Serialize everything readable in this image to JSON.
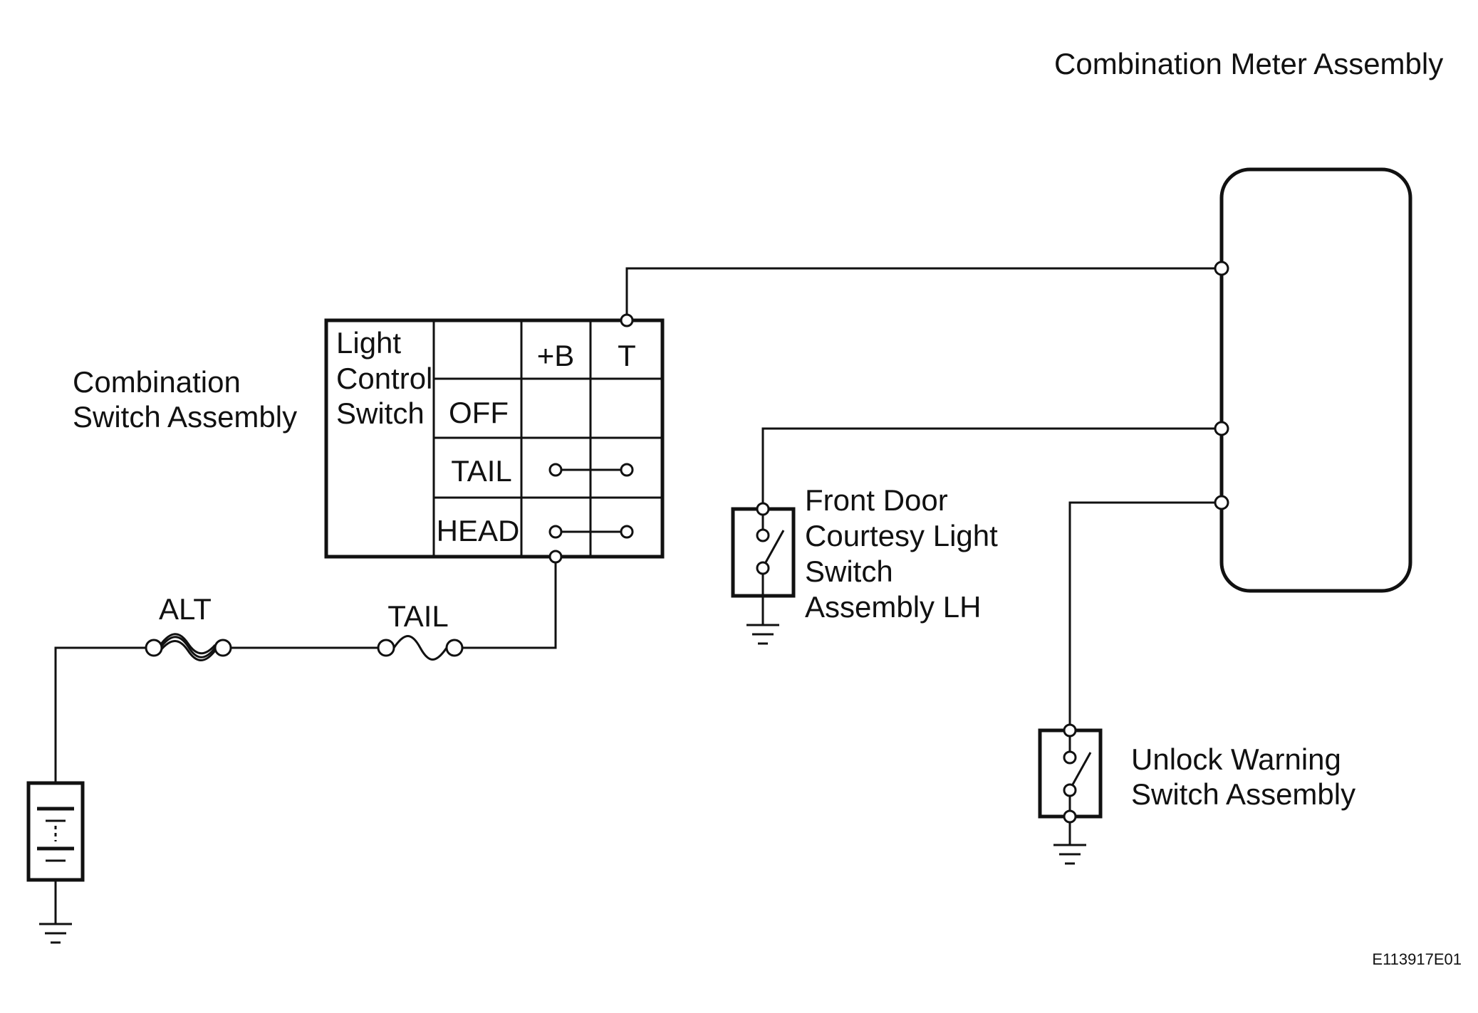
{
  "labels": {
    "combination_meter": "Combination Meter Assembly",
    "combination_switch_line1": "Combination",
    "combination_switch_line2": "Switch Assembly",
    "light_control_line1": "Light",
    "light_control_line2": "Control",
    "light_control_line3": "Switch",
    "fuse_alt": "ALT",
    "fuse_tail": "TAIL",
    "door_switch_line1": "Front Door",
    "door_switch_line2": "Courtesy Light",
    "door_switch_line3": "Switch",
    "door_switch_line4": "Assembly LH",
    "unlock_switch_line1": "Unlock Warning",
    "unlock_switch_line2": "Switch Assembly",
    "figure_id": "E113917E01"
  },
  "switch_table": {
    "columns": [
      "+B",
      "T"
    ],
    "rows": [
      "OFF",
      "TAIL",
      "HEAD"
    ]
  },
  "colors": {
    "line": "#111111",
    "background": "#ffffff"
  }
}
